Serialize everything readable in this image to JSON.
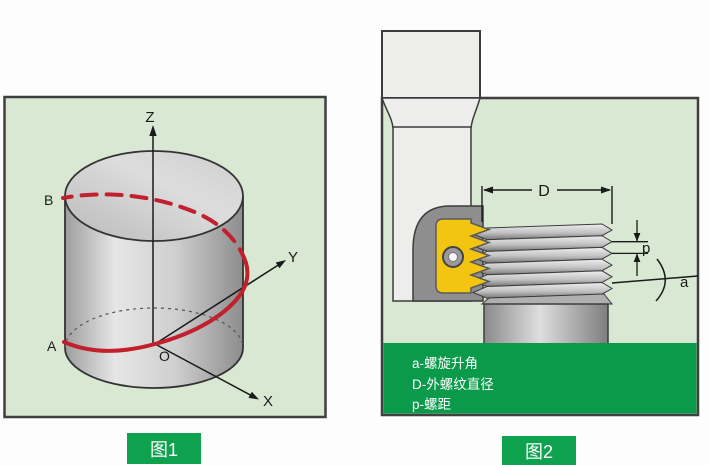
{
  "figure1": {
    "caption": "图1",
    "axis_z": "Z",
    "axis_y": "Y",
    "axis_x": "X",
    "point_b": "B",
    "point_a": "A",
    "point_o": "O"
  },
  "figure2": {
    "caption": "图2",
    "dim_diameter": "D",
    "dim_pitch": "p",
    "dim_angle": "a",
    "legend": [
      "a-螺旋升角",
      "D-外螺纹直径",
      "p-螺距"
    ]
  },
  "colors": {
    "panel_bg": "#d8e8d2",
    "panel_border": "#3f3f3f",
    "band_green": "#0a9a4a",
    "caption_green": "#0ea24f",
    "helix_red": "#c2202c",
    "insert_yellow": "#f3c510",
    "legend_text": "#ffffff"
  }
}
